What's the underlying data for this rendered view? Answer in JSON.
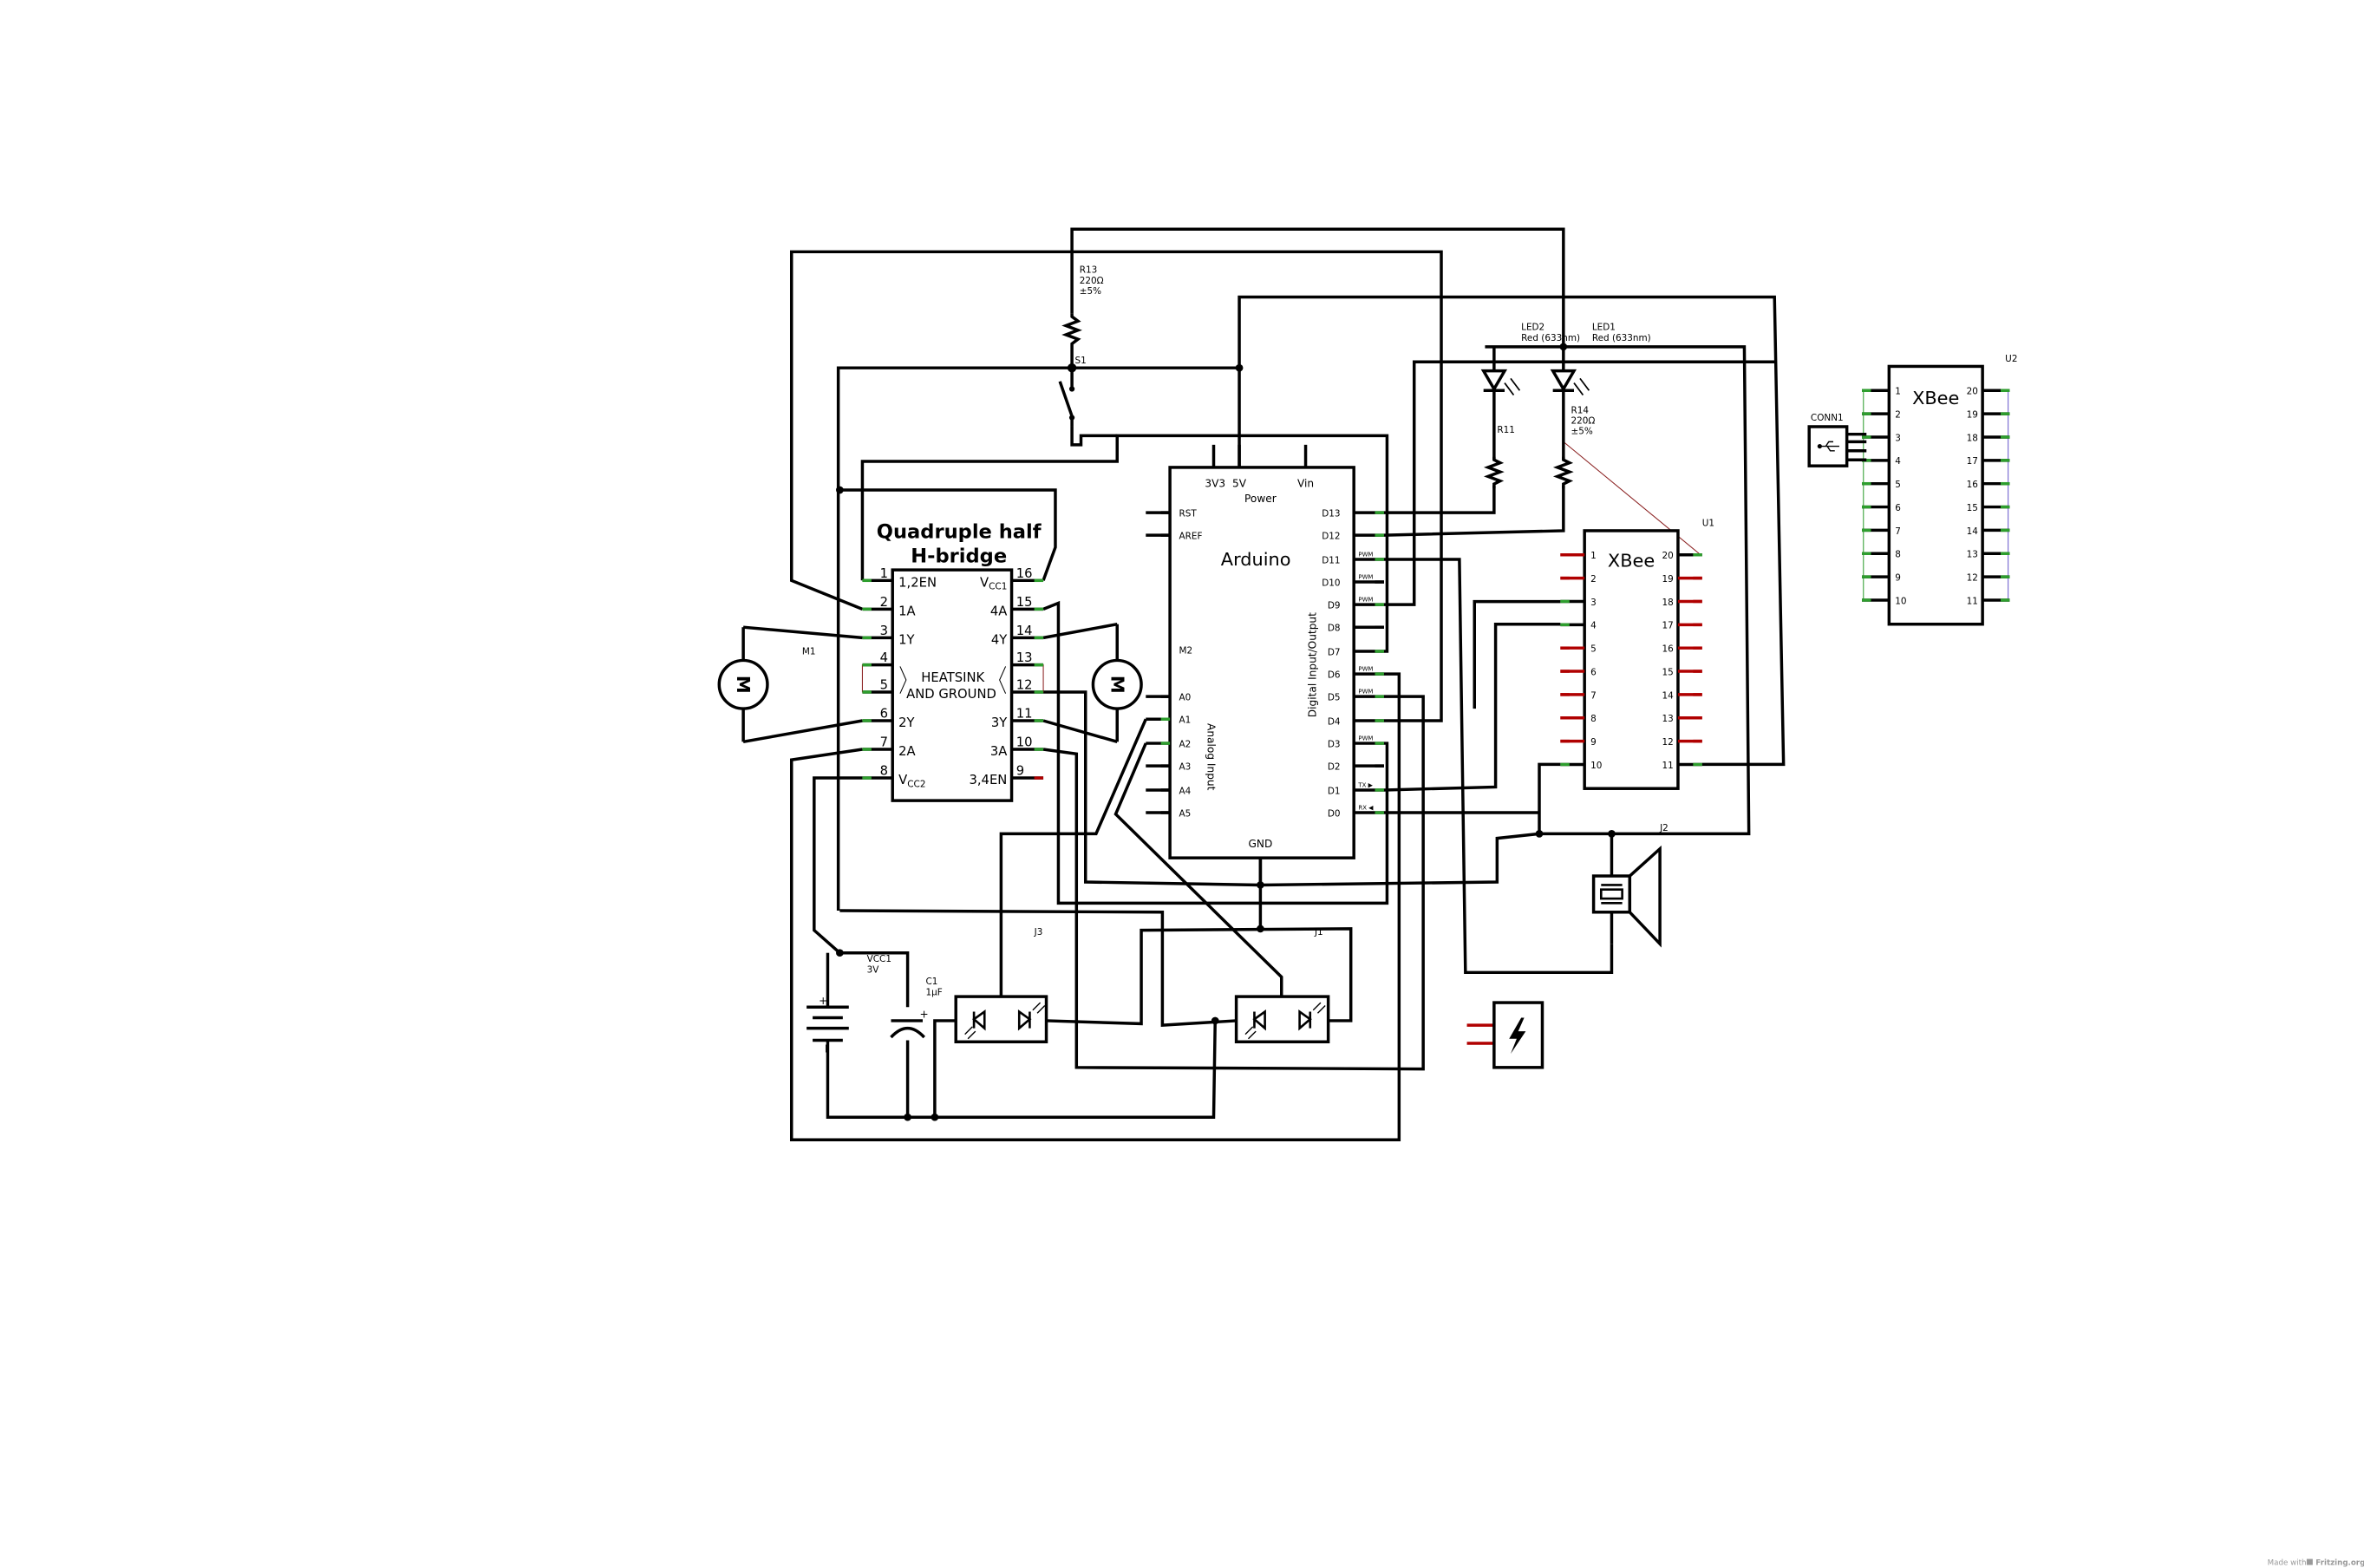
{
  "hbridge": {
    "title_line1": "Quadruple half",
    "title_line2": "H-bridge",
    "heatsink_line1": "HEATSINK",
    "heatsink_line2": "AND GROUND",
    "left_pins": [
      {
        "num": "1",
        "label": "1,2EN",
        "sub": ""
      },
      {
        "num": "2",
        "label": "1A",
        "sub": ""
      },
      {
        "num": "3",
        "label": "1Y",
        "sub": ""
      },
      {
        "num": "4",
        "label": "",
        "sub": ""
      },
      {
        "num": "5",
        "label": "",
        "sub": ""
      },
      {
        "num": "6",
        "label": "2Y",
        "sub": ""
      },
      {
        "num": "7",
        "label": "2A",
        "sub": ""
      },
      {
        "num": "8",
        "label": "V",
        "sub": "CC2"
      }
    ],
    "right_pins": [
      {
        "num": "16",
        "label": "V",
        "sub": "CC1"
      },
      {
        "num": "15",
        "label": "4A",
        "sub": ""
      },
      {
        "num": "14",
        "label": "4Y",
        "sub": ""
      },
      {
        "num": "13",
        "label": "",
        "sub": ""
      },
      {
        "num": "12",
        "label": "",
        "sub": ""
      },
      {
        "num": "11",
        "label": "3Y",
        "sub": ""
      },
      {
        "num": "10",
        "label": "3A",
        "sub": ""
      },
      {
        "num": "9",
        "label": "3,4EN",
        "sub": ""
      }
    ]
  },
  "motor1": {
    "label": "M1"
  },
  "arduino": {
    "title": "Arduino",
    "power_label": "Power",
    "top_pins": [
      "3V3",
      "5V",
      "Vin"
    ],
    "left_pins": [
      "RST",
      "AREF",
      "M2",
      "A0",
      "A1",
      "A2",
      "A3",
      "A4",
      "A5"
    ],
    "right_pins": [
      "D13",
      "D12",
      "D11",
      "D10",
      "D9",
      "D8",
      "D7",
      "D6",
      "D5",
      "D4",
      "D3",
      "D2",
      "D1",
      "D0"
    ],
    "right_markers": [
      "",
      "",
      "PWM",
      "PWM",
      "PWM",
      "",
      "",
      "PWM",
      "PWM",
      "",
      "PWM",
      "",
      "TX ▶",
      "RX ◀"
    ],
    "digital_label": "Digital Input/Output",
    "analog_label": "Analog Input",
    "gnd_label": "GND"
  },
  "xbee_u1": {
    "ref": "U1",
    "title": "XBee",
    "left_pins": [
      "1",
      "2",
      "3",
      "4",
      "5",
      "6",
      "7",
      "8",
      "9",
      "10"
    ],
    "right_pins": [
      "20",
      "19",
      "18",
      "17",
      "16",
      "15",
      "14",
      "13",
      "12",
      "11"
    ]
  },
  "xbee_u2": {
    "ref": "U2",
    "title": "XBee",
    "left_pins": [
      "1",
      "2",
      "3",
      "4",
      "5",
      "6",
      "7",
      "8",
      "9",
      "10"
    ],
    "right_pins": [
      "20",
      "19",
      "18",
      "17",
      "16",
      "15",
      "14",
      "13",
      "12",
      "11"
    ]
  },
  "usb": {
    "ref": "CONN1"
  },
  "led2": {
    "ref": "LED2",
    "desc": "Red (633nm)"
  },
  "led1": {
    "ref": "LED1",
    "desc": "Red (633nm)"
  },
  "r11": {
    "ref": "R11"
  },
  "r14": {
    "ref": "R14",
    "value": "220Ω",
    "tolerance": "±5%"
  },
  "r13": {
    "ref": "R13",
    "value": "220Ω",
    "tolerance": "±5%"
  },
  "switch": {
    "ref": "S1"
  },
  "battery": {
    "ref": "VCC1",
    "value": "3V",
    "plus": "+",
    "minus": "I"
  },
  "capacitor": {
    "ref": "C1",
    "value": "1µF",
    "plus": "+"
  },
  "optocoupler_j3": {
    "ref": "J3"
  },
  "optocoupler_j1": {
    "ref": "J1"
  },
  "speaker": {
    "ref": "J2"
  },
  "footer": {
    "text": "Made with",
    "brand": "Fritzing.org"
  },
  "colors": {
    "wire": "#000000",
    "connected": "#2e9e2e",
    "unconnected": "#b00000",
    "ratsnest": "#8a2020",
    "u2_bus": "#6a5acd"
  }
}
